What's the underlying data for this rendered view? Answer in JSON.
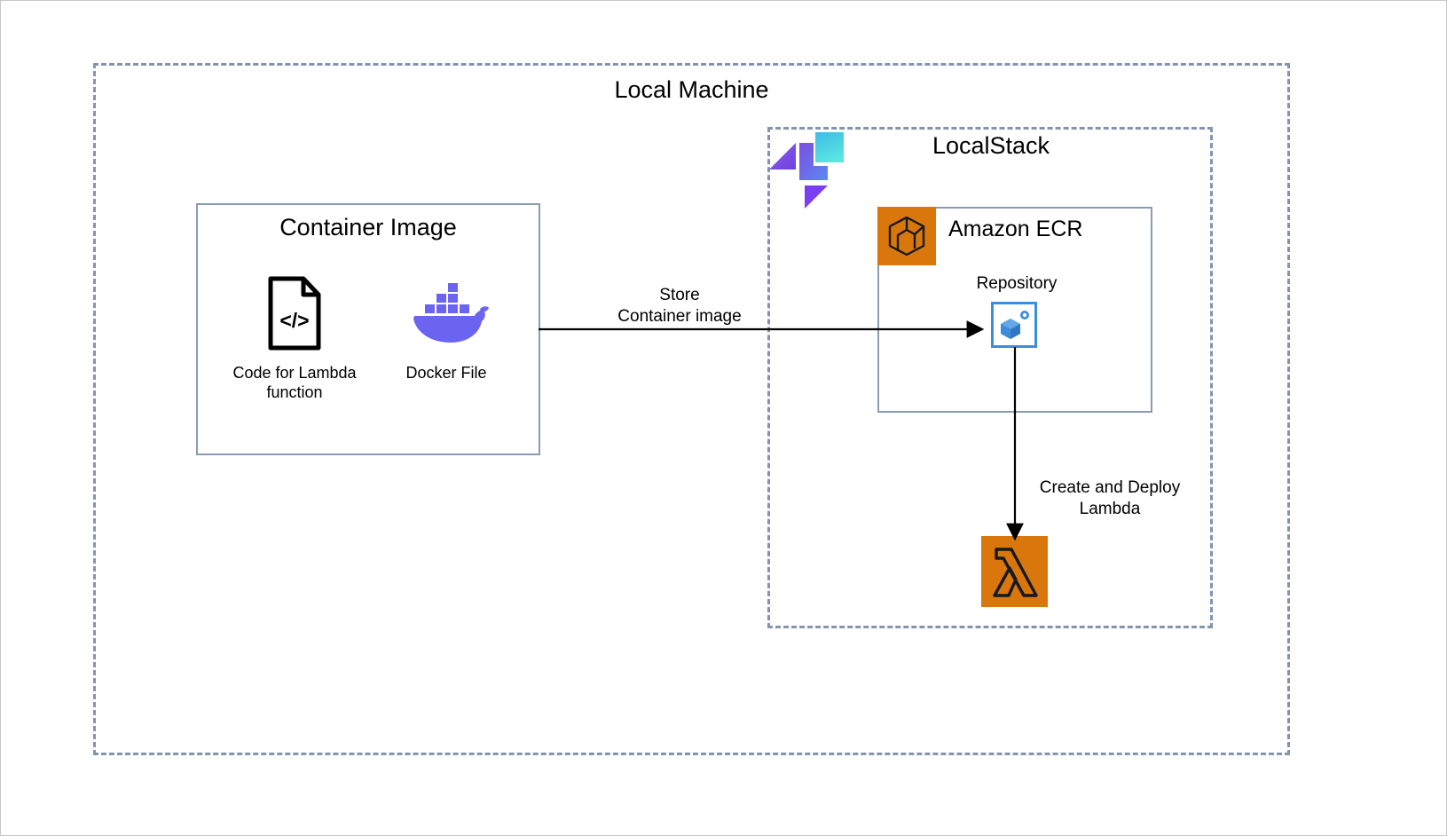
{
  "diagram": {
    "groups": {
      "local_machine": {
        "title": "Local Machine"
      },
      "localstack": {
        "title": "LocalStack",
        "logo_icon": "localstack-logo-icon"
      }
    },
    "panels": {
      "container_image": {
        "title": "Container Image",
        "nodes": [
          {
            "icon": "code-file-icon",
            "caption": "Code for Lambda\nfunction"
          },
          {
            "icon": "docker-whale-icon",
            "caption": "Docker File"
          }
        ]
      },
      "ecr": {
        "title": "Amazon ECR",
        "icon": "amazon-ecr-icon",
        "repository": {
          "label": "Repository",
          "icon": "ecr-repository-icon"
        }
      }
    },
    "lambda": {
      "icon": "aws-lambda-icon"
    },
    "arrows": [
      {
        "name": "store-container-image-arrow",
        "label": "Store\nContainer image"
      },
      {
        "name": "create-deploy-lambda-arrow",
        "label": "Create and Deploy\nLambda"
      }
    ],
    "colors": {
      "aws_orange": "#d9770d",
      "dashed_border": "#8494b0",
      "solid_border": "#8a9bb4",
      "repository_blue": "#3d8ddd",
      "docker_blue": "#6a64f0",
      "localstack_purple": "#7a4fe0",
      "localstack_cyan": "#4fd8e8"
    }
  }
}
